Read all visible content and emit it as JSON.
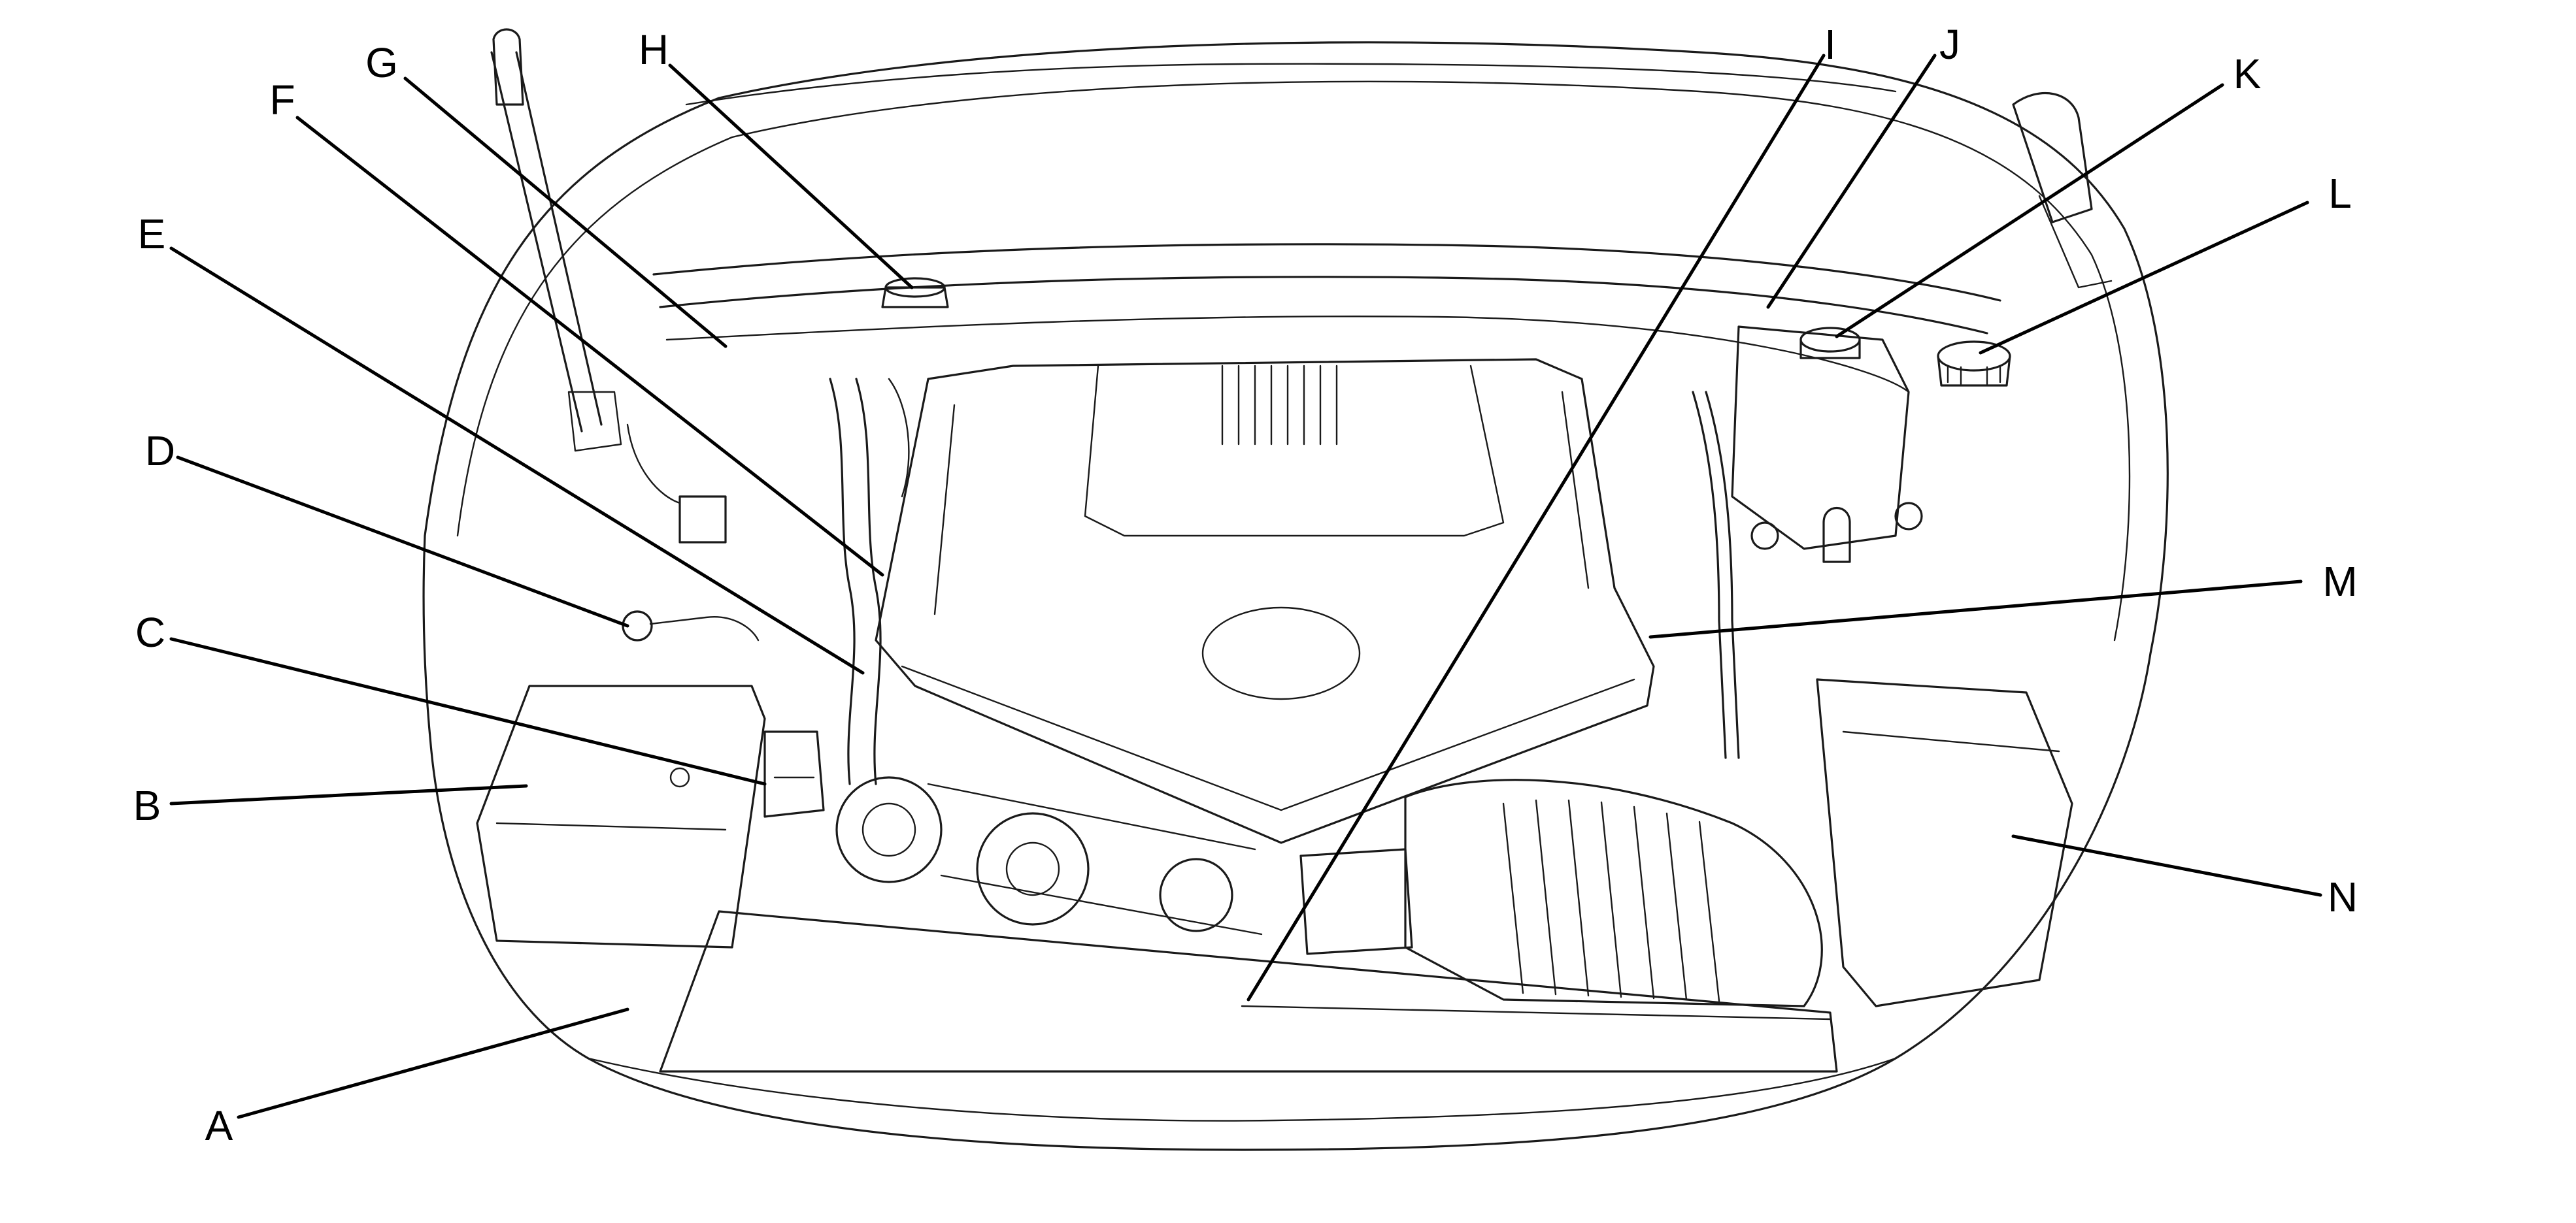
{
  "callouts": [
    "A",
    "B",
    "C",
    "D",
    "E",
    "F",
    "G",
    "H",
    "I",
    "J",
    "K",
    "L",
    "M",
    "N"
  ],
  "colors": {
    "line": "#1a1a1a",
    "background": "#ffffff"
  }
}
